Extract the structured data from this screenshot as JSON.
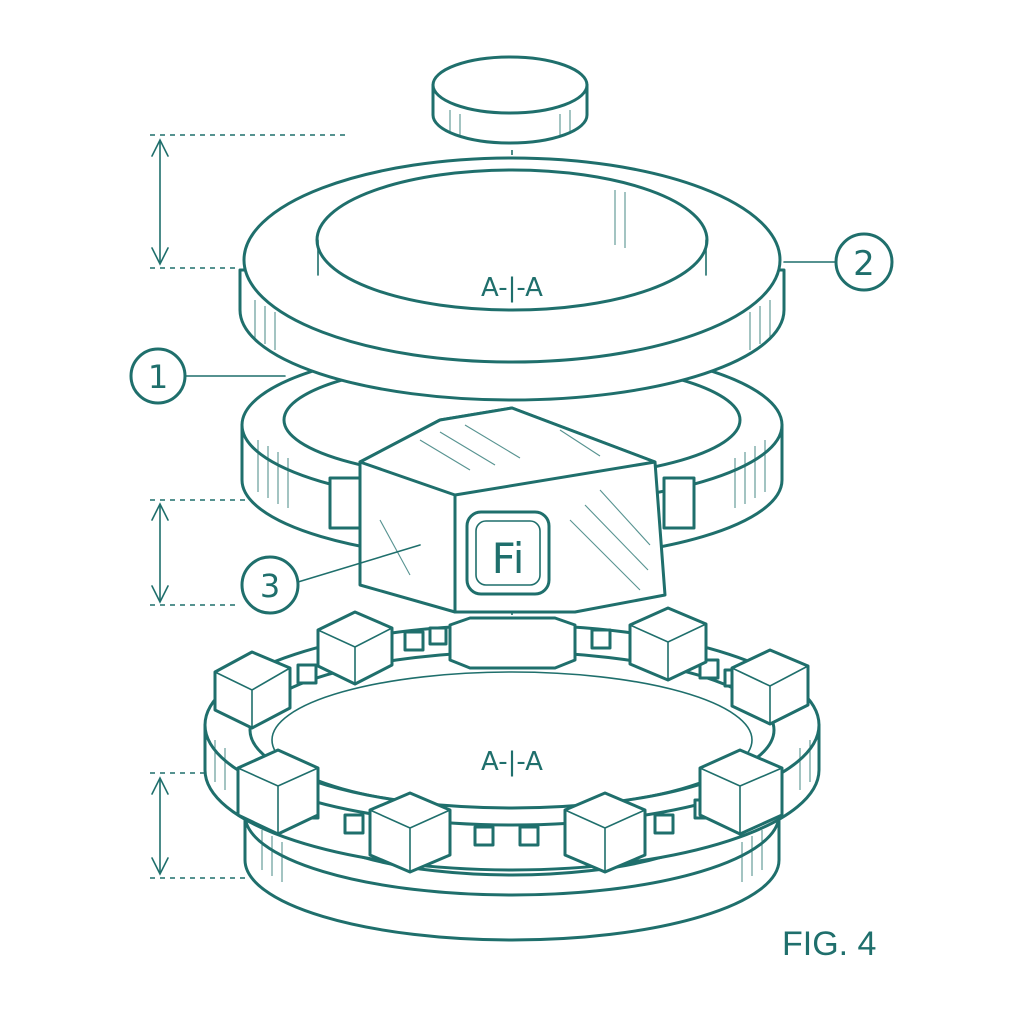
{
  "figure": {
    "caption": "FIG. 4",
    "accent_color": "#1f6f6c",
    "callouts": [
      {
        "id": "1",
        "text": "1"
      },
      {
        "id": "2",
        "text": "2"
      },
      {
        "id": "3",
        "text": "3"
      }
    ],
    "section_markers": [
      {
        "text": "A-|-A"
      },
      {
        "text": "A-|-A"
      }
    ],
    "module_logo": "Fi"
  }
}
